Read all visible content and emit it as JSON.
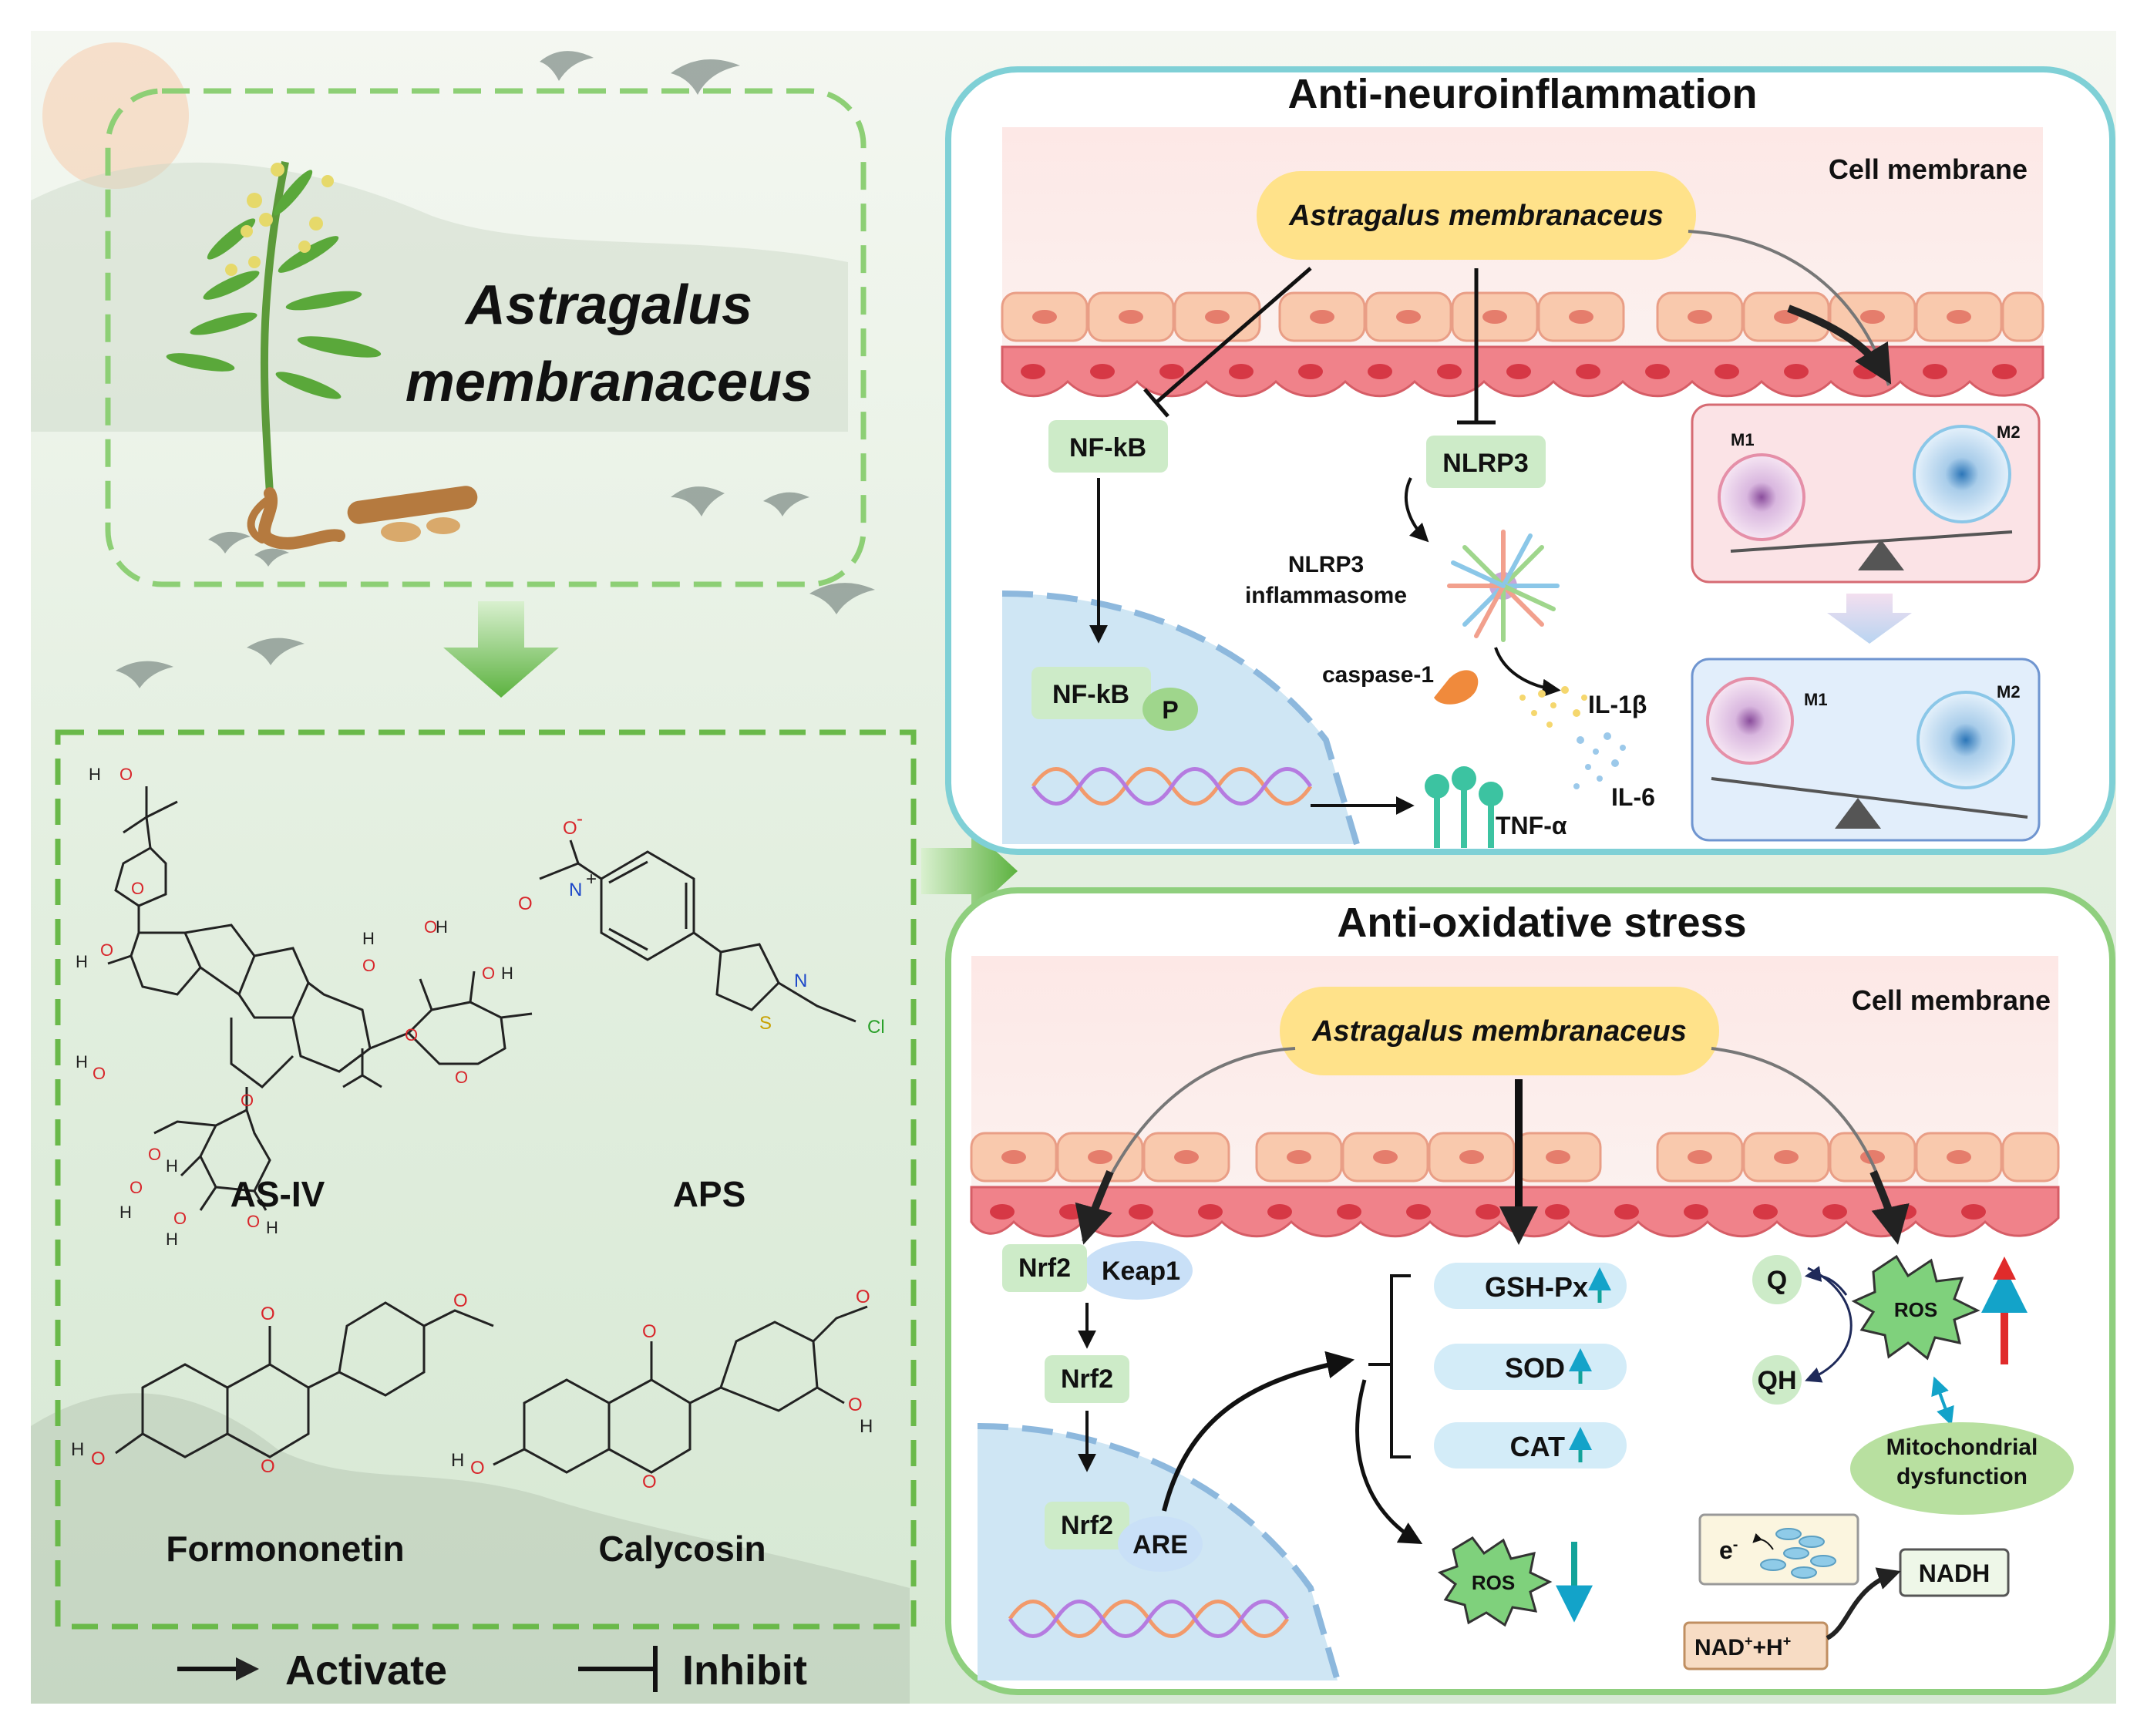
{
  "plant": {
    "title_line1": "Astragalus",
    "title_line2": "membranaceus"
  },
  "compounds": [
    "AS-IV",
    "APS",
    "Formononetin",
    "Calycosin"
  ],
  "legend": {
    "activate": "Activate",
    "inhibit": "Inhibit"
  },
  "neuro": {
    "title": "Anti-neuroinflammation",
    "membrane_label": "Cell membrane",
    "source": "Astragalus membranaceus",
    "nfkb": "NF-kB",
    "nfkb_nucleus": "NF-kB",
    "phospho": "P",
    "nlrp3": "NLRP3",
    "inflammasome_line1": "NLRP3",
    "inflammasome_line2": "inflammasome",
    "caspase": "caspase-1",
    "il1b": "IL-1β",
    "il6": "IL-6",
    "tnfa": "TNF-α",
    "m1": "M1",
    "m2": "M2"
  },
  "oxid": {
    "title": "Anti-oxidative stress",
    "membrane_label": "Cell membrane",
    "source": "Astragalus membranaceus",
    "nrf2": "Nrf2",
    "keap1": "Keap1",
    "nrf2_free": "Nrf2",
    "nrf2_nucleus": "Nrf2",
    "are": "ARE",
    "enzymes": [
      "GSH-Px",
      "SOD",
      "CAT"
    ],
    "ros_down": "ROS",
    "ros_up": "ROS",
    "q": "Q",
    "qh": "QH",
    "mito_line1": "Mitochondrial",
    "mito_line2": "dysfunction",
    "electron": "e",
    "electron_sup": "-",
    "nadh": "NADH",
    "nad_main": "NAD",
    "nad_sup1": "+",
    "nad_mid": "+H",
    "nad_sup2": "+"
  },
  "colors": {
    "panel_border_blue": "#7fd0d6",
    "panel_border_green": "#8fcf7e",
    "source_pill": "#ffe28a",
    "box_green": "#cdebc8",
    "arrow_green": "#6ab94a",
    "inhibit": "#111111",
    "up_arrow_red": "#e02b2b",
    "teal_arrow": "#13a39a"
  }
}
